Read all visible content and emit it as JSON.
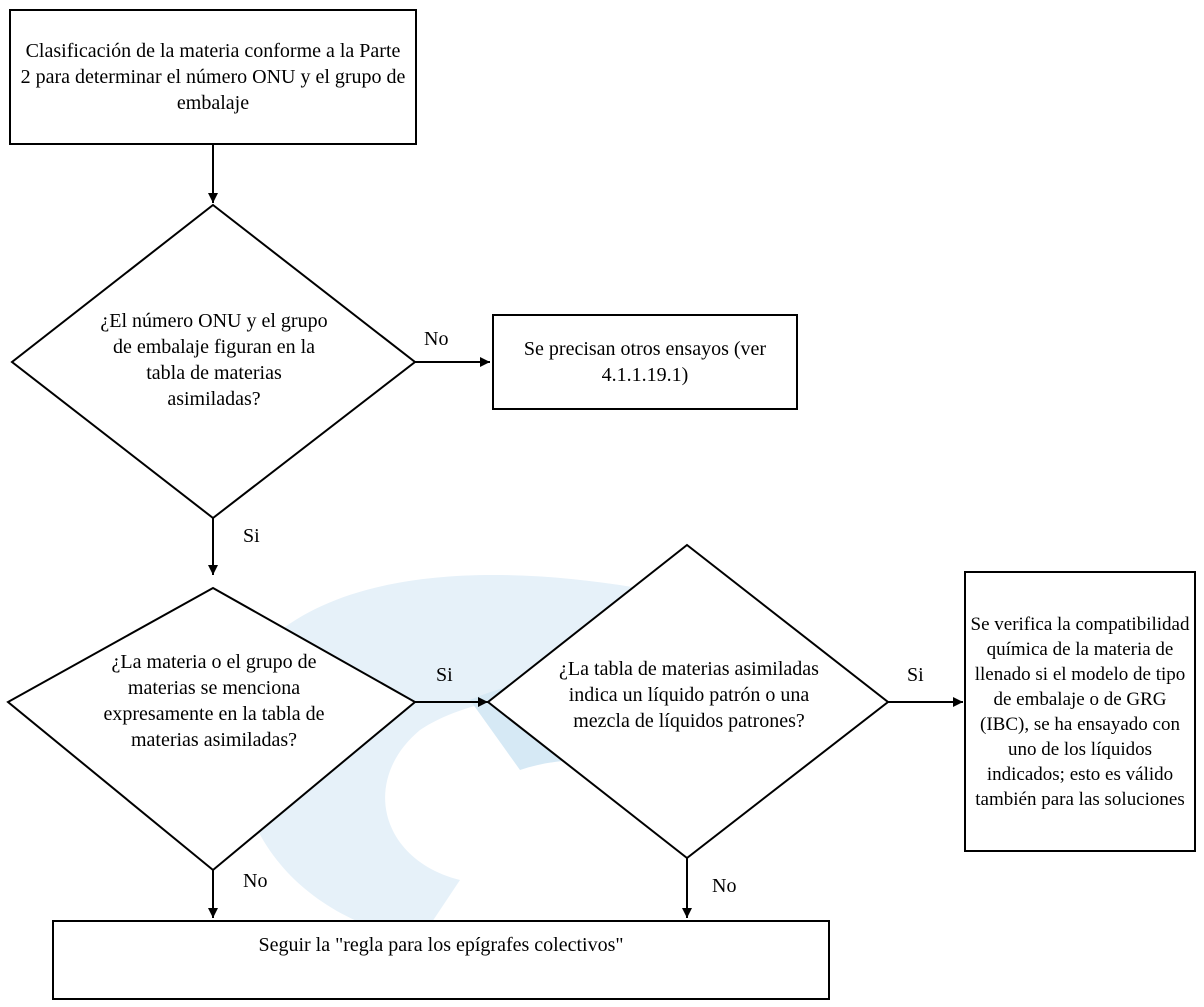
{
  "nodes": {
    "start": "Clasificación de la materia conforme a la Parte 2 para determinar el número ONU y el grupo de embalaje",
    "decision1": "¿El número ONU y el grupo de embalaje figuran en la tabla de materias asimiladas?",
    "tests": "Se precisan otros ensayos (ver 4.1.1.19.1)",
    "decision2": "¿La materia o el grupo de materias se menciona expresamente en la tabla de materias asimiladas?",
    "decision3": "¿La tabla de materias asimiladas indica un líquido patrón o una mezcla de líquidos patrones?",
    "verify": "Se verifica la compatibilidad química de la materia de llenado si el modelo de tipo de embalaje o de GRG (IBC), se ha ensayado con uno de los líquidos indicados; esto es válido también para las soluciones",
    "collective": "Seguir la \"regla para los epígrafes colectivos\""
  },
  "edge_labels": {
    "d1_no": "No",
    "d1_si": "Si",
    "d2_si": "Si",
    "d2_no": "No",
    "d3_si": "Si",
    "d3_no": "No"
  },
  "colors": {
    "line": "#000000",
    "watermark": "#dcecf7"
  }
}
